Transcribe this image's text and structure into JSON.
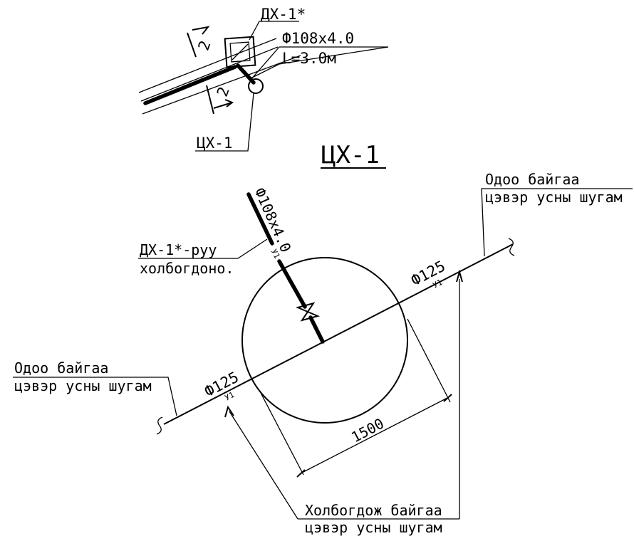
{
  "detail_top": {
    "chamber_label": "ДХ-1*",
    "pipe_spec": "Ф108х4.0",
    "pipe_length": "L=3.0м",
    "section_mark": "2",
    "section_mark_bottom": "2",
    "well_label": "ЦХ-1"
  },
  "detail_main": {
    "title": "ЦХ-1",
    "branch_pipe": "Ф108х4.0",
    "branch_note_line1": "ДХ-1*-руу",
    "branch_note_line2": "холбогдоно.",
    "main_pipe_right": "Ф125",
    "main_pipe_left": "Ф125",
    "pipe_tag": "У1",
    "diameter": "1500",
    "existing_right_line1": "Одоо байгаа",
    "existing_right_line2": "цэвэр усны шугам",
    "existing_left_line1": "Одоо байгаа",
    "existing_left_line2": "цэвэр усны шугам",
    "connecting_line1": "Холбогдож байгаа",
    "connecting_line2": "цэвэр усны шугам"
  }
}
